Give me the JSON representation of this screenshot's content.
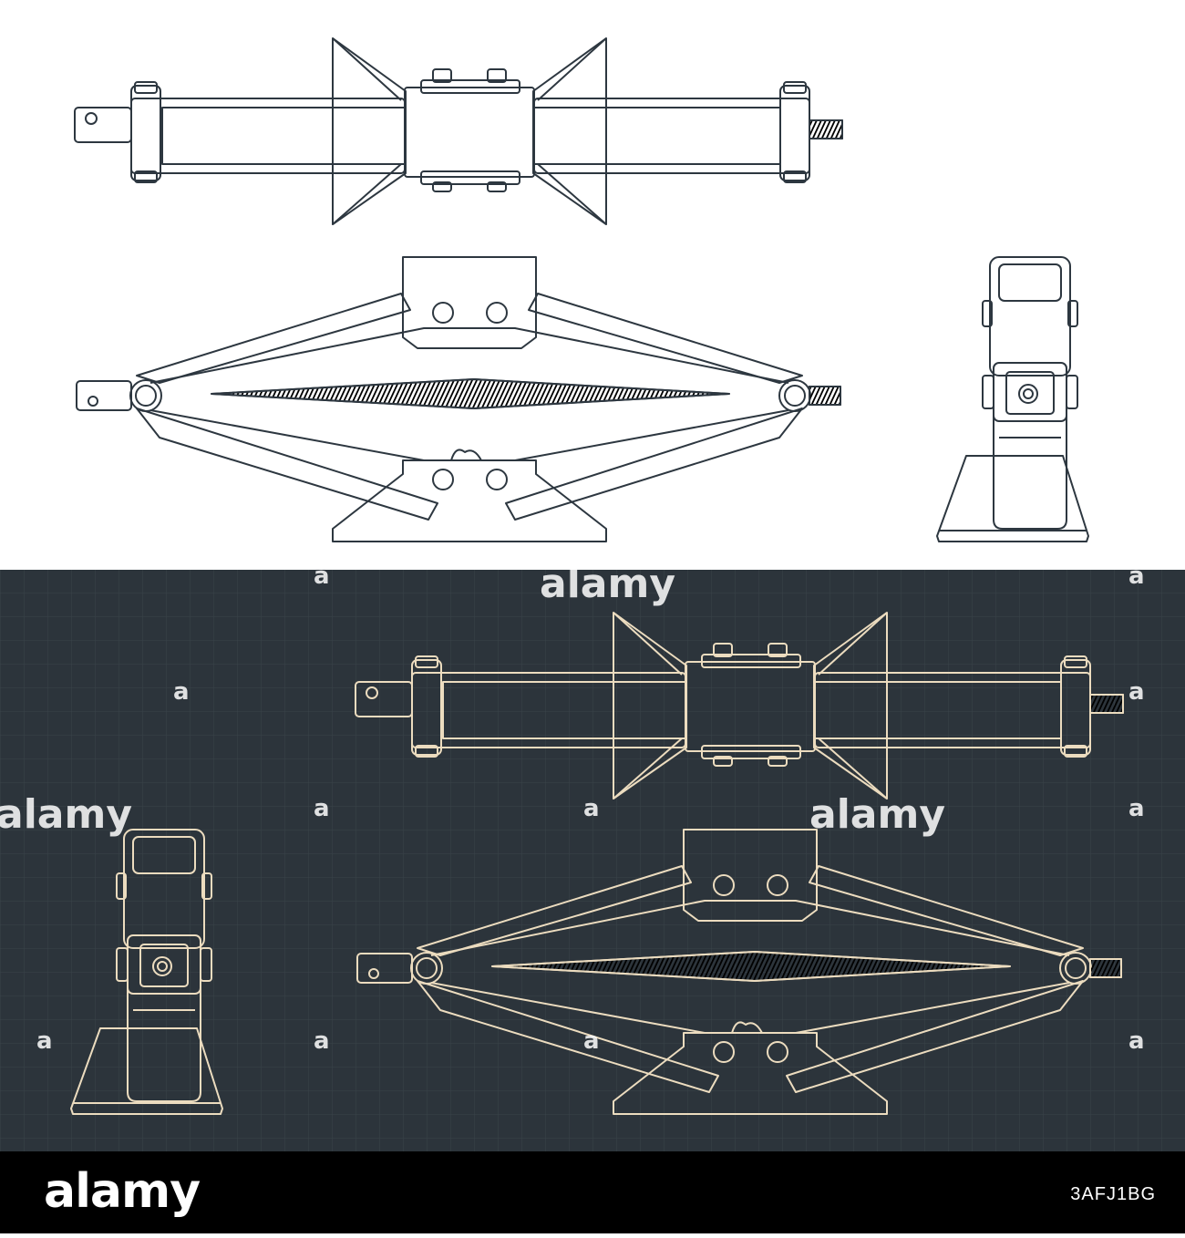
{
  "watermark": {
    "text": "alamy",
    "mark": "a"
  },
  "footer": {
    "brand": "alamy",
    "image_id": "3AFJ1BG"
  },
  "colors": {
    "light_bg": "#ffffff",
    "light_line": "#2d3740",
    "dark_bg": "#2c343b",
    "dark_grid": "#3a434a",
    "dark_line": "#ecdcbf",
    "footer_bg": "#000000"
  }
}
